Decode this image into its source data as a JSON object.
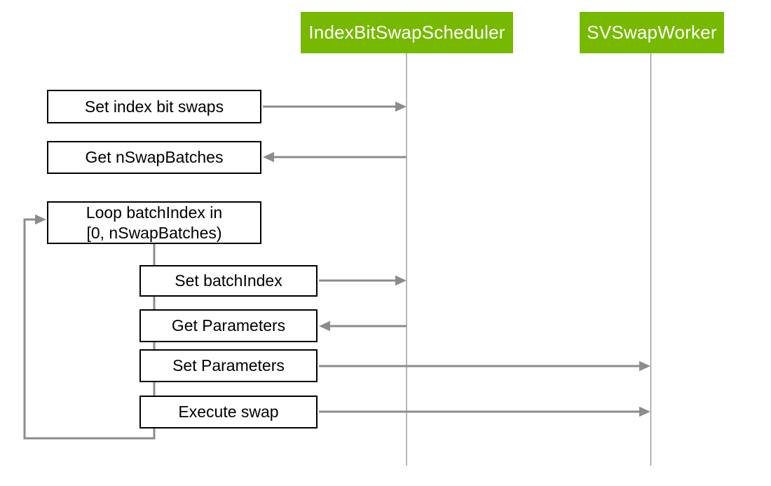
{
  "colors": {
    "actor_bg": "#76B900",
    "actor_text": "#ffffff",
    "arrow": "#8C8C8C",
    "lifeline": "#999999",
    "box_border": "#000000",
    "box_bg": "#ffffff",
    "text": "#000000"
  },
  "actors": {
    "scheduler": "IndexBitSwapScheduler",
    "worker": "SVSwapWorker"
  },
  "messages": {
    "set_index_bit_swaps": "Set index bit swaps",
    "get_nswapbatches": "Get nSwapBatches",
    "loop_line1": "Loop batchIndex in",
    "loop_line2": "[0, nSwapBatches)",
    "set_batchindex": "Set batchIndex",
    "get_parameters": "Get Parameters",
    "set_parameters": "Set Parameters",
    "execute_swap": "Execute swap"
  }
}
